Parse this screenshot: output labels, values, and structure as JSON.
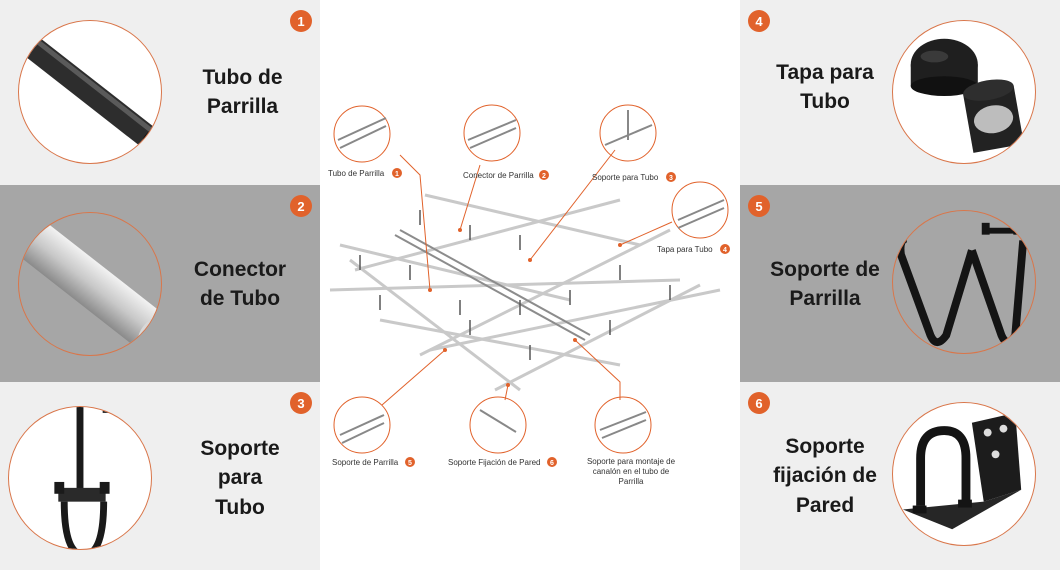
{
  "accent_color": "#e1622b",
  "panels": [
    {
      "num": "1",
      "title_lines": [
        "Tubo de",
        "Parrilla"
      ],
      "icon": "black-tube-icon"
    },
    {
      "num": "2",
      "title_lines": [
        "Conector",
        "de Tubo"
      ],
      "icon": "silver-tube-icon"
    },
    {
      "num": "3",
      "title_lines": [
        "Soporte",
        "para",
        "Tubo"
      ],
      "icon": "tube-hanger-icon"
    },
    {
      "num": "4",
      "title_lines": [
        "Tapa para",
        "Tubo"
      ],
      "icon": "tube-cap-icon"
    },
    {
      "num": "5",
      "title_lines": [
        "Soporte de",
        "Parrilla"
      ],
      "icon": "u-bolt-support-icon"
    },
    {
      "num": "6",
      "title_lines": [
        "Soporte",
        "fijación de",
        "Pared"
      ],
      "icon": "wall-bracket-icon"
    }
  ],
  "diagram_labels": [
    {
      "text": "Tubo de Parrilla",
      "num": "1"
    },
    {
      "text": "Conector de Parrilla",
      "num": "2"
    },
    {
      "text": "Soporte para Tubo",
      "num": "3"
    },
    {
      "text": "Tapa para Tubo",
      "num": "4"
    },
    {
      "text": "Soporte de Parrilla",
      "num": "5"
    },
    {
      "text": "Soporte Fijación de Pared",
      "num": "6"
    },
    {
      "text_lines": [
        "Soporte para montaje de",
        "canalón en el tubo de",
        "Parrilla"
      ]
    }
  ]
}
